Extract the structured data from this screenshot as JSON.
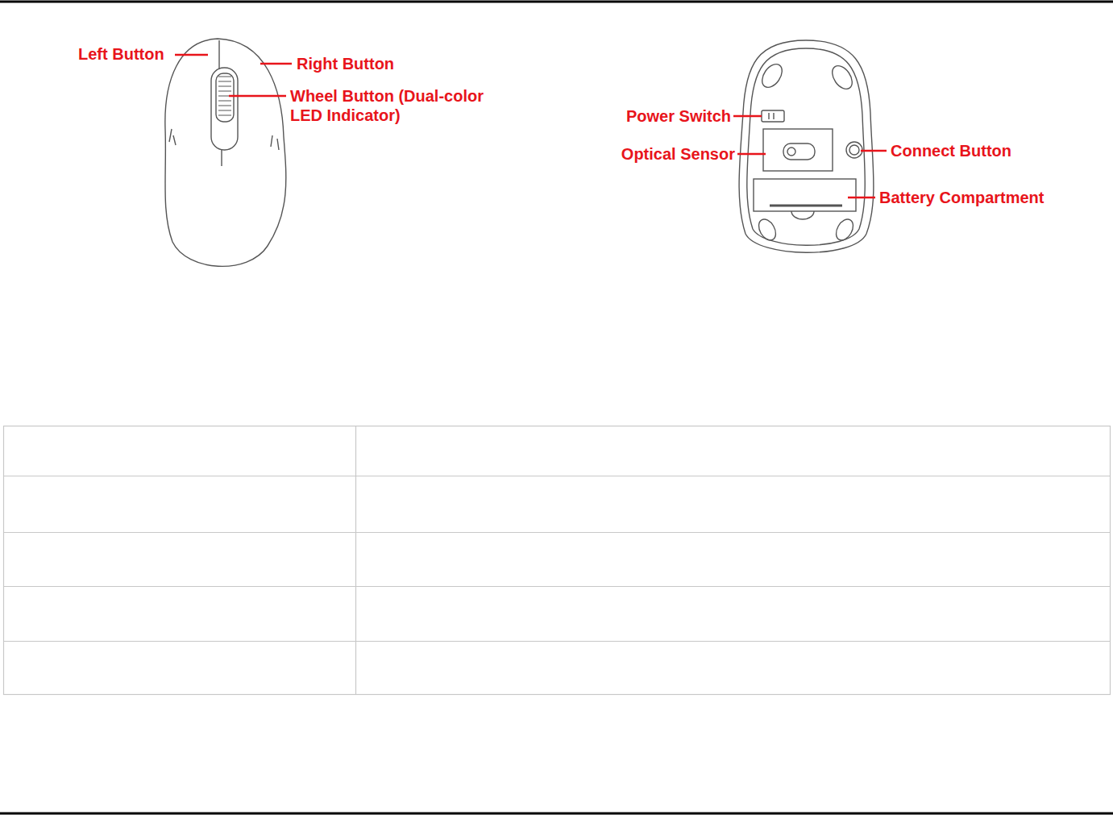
{
  "diagram": {
    "labels": [
      "Left Button",
      "Right Button",
      "Wheel Button (Dual-color LED Indicator)",
      "Power Switch",
      "Optical Sensor",
      "Connect Button",
      "Battery Compartment"
    ]
  }
}
